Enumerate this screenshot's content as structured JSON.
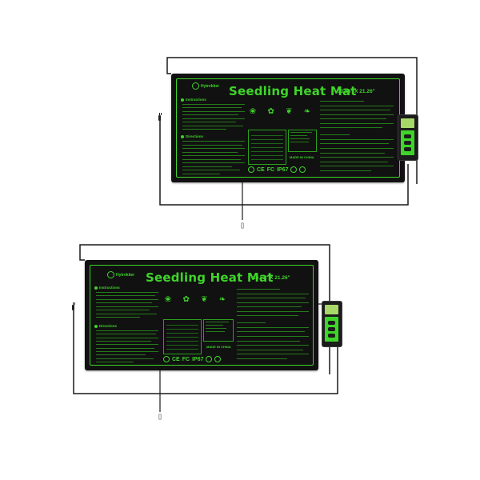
{
  "products": [
    {
      "brand": "Hytrekker",
      "title": "Seedling Heat Mat",
      "size": "10.63\" X 21.26\"",
      "instructions_heading": "Instructions",
      "directions_heading": "Directions",
      "certifications": [
        "CE",
        "FC",
        "IP67"
      ],
      "made_in": "MADE IN CHINA"
    },
    {
      "brand": "Hytrekker",
      "title": "Seedling Heat Mat",
      "size": "10.63\" X 21.26\"",
      "instructions_heading": "Instructions",
      "directions_heading": "Directions",
      "certifications": [
        "CE",
        "FC",
        "IP67"
      ],
      "made_in": "MADE IN CHINA"
    }
  ],
  "colors": {
    "mat": "#111111",
    "print": "#3fd42a",
    "cable": "#1a1a1a",
    "thermostat_screen": "#a8d86a"
  }
}
